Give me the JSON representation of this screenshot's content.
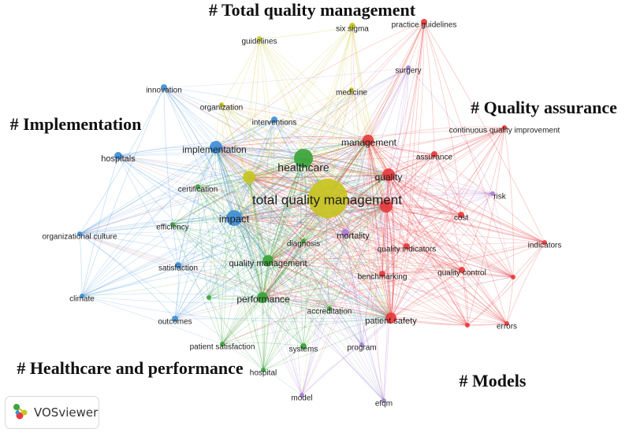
{
  "app_name": "VOSviewer",
  "cluster_titles": [
    {
      "id": "tqm",
      "text": "# Total quality management"
    },
    {
      "id": "qa",
      "text": "# Quality assurance"
    },
    {
      "id": "impl",
      "text": "# Implementation"
    },
    {
      "id": "hp",
      "text": "# Healthcare and performance"
    },
    {
      "id": "models",
      "text": "# Models"
    }
  ],
  "colors": {
    "red": "#e8393c",
    "green": "#3aa53a",
    "blue": "#3e8ed6",
    "yellow": "#c8c421",
    "purple": "#a87ed6"
  },
  "terms": [
    {
      "id": "tqm",
      "label": "total quality management",
      "cluster": "yellow"
    },
    {
      "id": "healthcare",
      "label": "healthcare",
      "cluster": "green"
    },
    {
      "id": "quality",
      "label": "quality",
      "cluster": "red"
    },
    {
      "id": "management",
      "label": "management",
      "cluster": "red"
    },
    {
      "id": "implementation",
      "label": "implementation",
      "cluster": "blue"
    },
    {
      "id": "impact",
      "label": "impact",
      "cluster": "blue"
    },
    {
      "id": "quality_management",
      "label": "quality management",
      "cluster": "green"
    },
    {
      "id": "performance",
      "label": "performance",
      "cluster": "green"
    },
    {
      "id": "patient_safety",
      "label": "patient safety",
      "cluster": "red"
    },
    {
      "id": "mortality",
      "label": "mortality",
      "cluster": "purple"
    },
    {
      "id": "cost",
      "label": "cost",
      "cluster": "red"
    },
    {
      "id": "quality_control",
      "label": "quality control",
      "cluster": "red"
    },
    {
      "id": "quality_indicators",
      "label": "quality indicators",
      "cluster": "red"
    },
    {
      "id": "benchmarking",
      "label": "benchmarking",
      "cluster": "red"
    },
    {
      "id": "assurance",
      "label": "assurance",
      "cluster": "red"
    },
    {
      "id": "cqi",
      "label": "continuous quality improvement",
      "cluster": "red"
    },
    {
      "id": "risk",
      "label": "risk",
      "cluster": "purple"
    },
    {
      "id": "indicators",
      "label": "indicators",
      "cluster": "red"
    },
    {
      "id": "errors",
      "label": "errors",
      "cluster": "red"
    },
    {
      "id": "practice_guidelines",
      "label": "practice guidelines",
      "cluster": "red"
    },
    {
      "id": "six_sigma",
      "label": "six sigma",
      "cluster": "yellow"
    },
    {
      "id": "guidelines",
      "label": "guidelines",
      "cluster": "yellow"
    },
    {
      "id": "surgery",
      "label": "surgery",
      "cluster": "purple"
    },
    {
      "id": "medicine",
      "label": "medicine",
      "cluster": "yellow"
    },
    {
      "id": "innovation",
      "label": "innovation",
      "cluster": "blue"
    },
    {
      "id": "organization",
      "label": "organization",
      "cluster": "yellow"
    },
    {
      "id": "interventions",
      "label": "interventions",
      "cluster": "blue"
    },
    {
      "id": "hospitals",
      "label": "hospitals",
      "cluster": "blue"
    },
    {
      "id": "certification",
      "label": "certification",
      "cluster": "green"
    },
    {
      "id": "efficiency",
      "label": "efficiency",
      "cluster": "green"
    },
    {
      "id": "organizational_culture",
      "label": "organizational culture",
      "cluster": "blue"
    },
    {
      "id": "satisfaction",
      "label": "satisfaction",
      "cluster": "blue"
    },
    {
      "id": "climate",
      "label": "climate",
      "cluster": "blue"
    },
    {
      "id": "outcomes",
      "label": "outcomes",
      "cluster": "blue"
    },
    {
      "id": "diagnosis",
      "label": "diagnosis",
      "cluster": "green"
    },
    {
      "id": "accreditation",
      "label": "accreditation",
      "cluster": "green"
    },
    {
      "id": "patient_satisfaction",
      "label": "patient satisfaction",
      "cluster": "green"
    },
    {
      "id": "systems",
      "label": "systems",
      "cluster": "green"
    },
    {
      "id": "hospital",
      "label": "hospital",
      "cluster": "green"
    },
    {
      "id": "program",
      "label": "program",
      "cluster": "purple"
    },
    {
      "id": "model",
      "label": "model",
      "cluster": "purple"
    },
    {
      "id": "efqm",
      "label": "efqm",
      "cluster": "purple"
    },
    {
      "id": "yellow_node",
      "label": "",
      "cluster": "yellow"
    },
    {
      "id": "red_hub",
      "label": "",
      "cluster": "red"
    },
    {
      "id": "green_small",
      "label": "",
      "cluster": "green"
    },
    {
      "id": "red_small_a",
      "label": "",
      "cluster": "red"
    },
    {
      "id": "red_small_b",
      "label": "",
      "cluster": "red"
    }
  ]
}
